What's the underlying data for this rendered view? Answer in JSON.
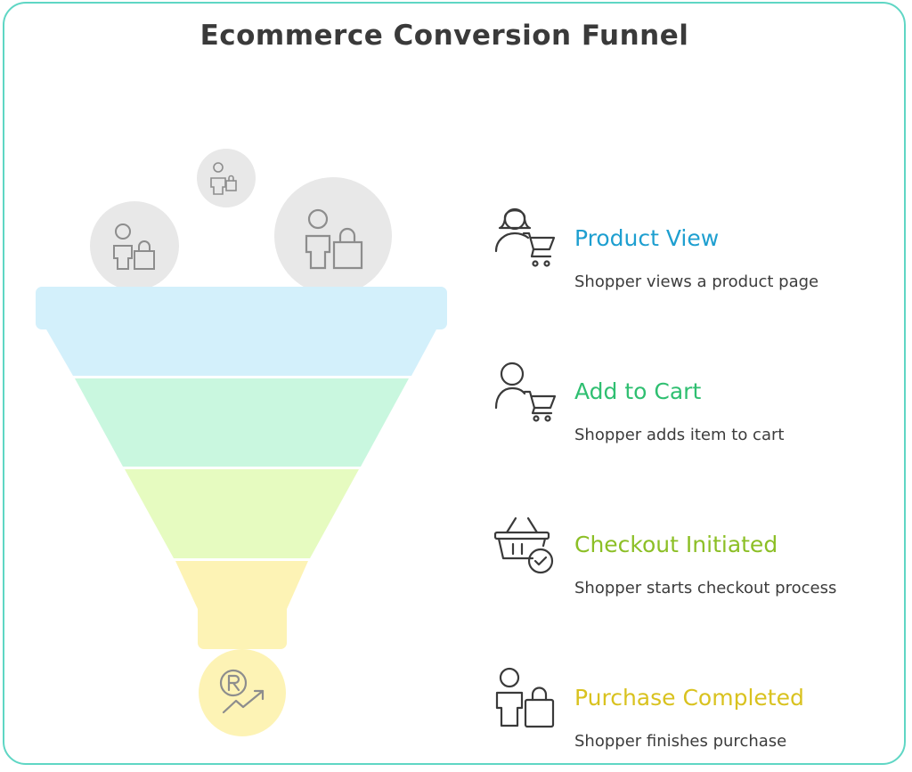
{
  "title": "Ecommerce Conversion Funnel",
  "stages": [
    {
      "title": "Product View",
      "description": "Shopper views a product page",
      "icon": "shopper-cart-icon",
      "color": "#1e9fd0",
      "fill": "#d3f0fb"
    },
    {
      "title": "Add to Cart",
      "description": "Shopper adds item to cart",
      "icon": "user-cart-icon",
      "color": "#2fbf71",
      "fill": "#c9f7df"
    },
    {
      "title": "Checkout Initiated",
      "description": "Shopper starts checkout process",
      "icon": "basket-check-icon",
      "color": "#8cbf26",
      "fill": "#e6fbc0"
    },
    {
      "title": "Purchase Completed",
      "description": "Shopper finishes purchase",
      "icon": "shopper-bag-icon",
      "color": "#d9c21f",
      "fill": "#fdf3b5"
    }
  ],
  "funnel_top_color": "#d3f0fb",
  "bubble_color": "#e8e8e8",
  "outcome_icon": "revenue-growth-icon"
}
